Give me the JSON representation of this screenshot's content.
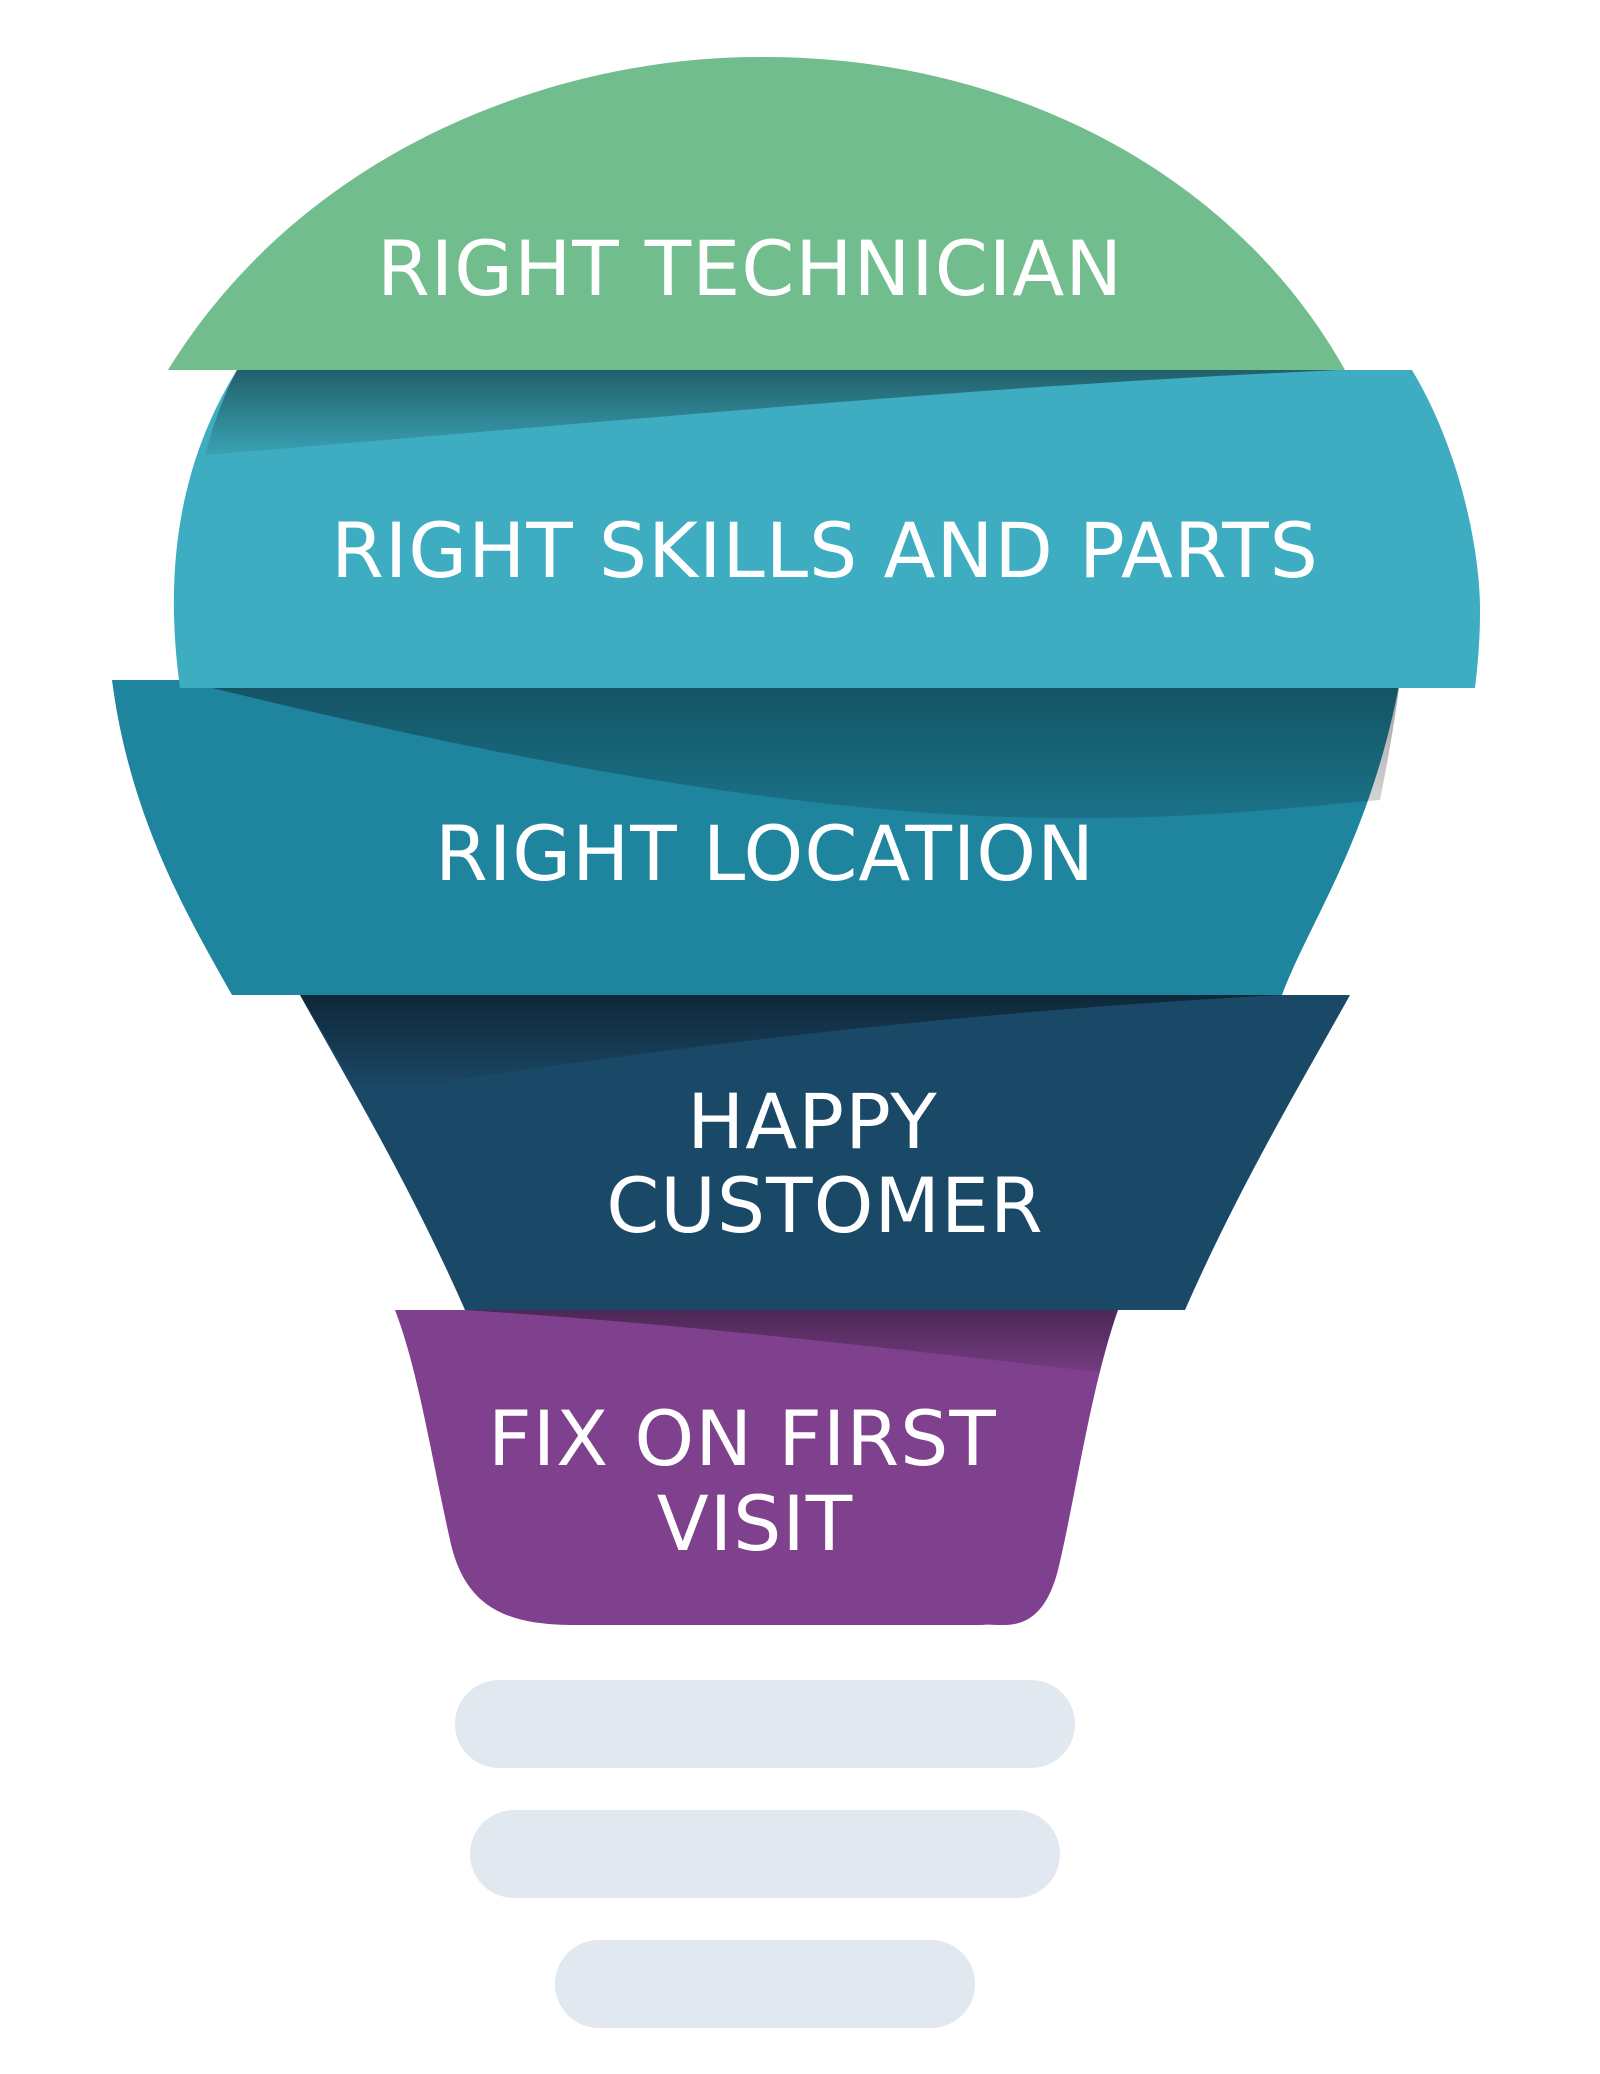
{
  "diagram": {
    "bands": [
      {
        "label_lines": [
          "RIGHT TECHNICIAN"
        ],
        "color": "#71BD8D"
      },
      {
        "label_lines": [
          "RIGHT SKILLS AND PARTS"
        ],
        "color": "#3EADC1"
      },
      {
        "label_lines": [
          "RIGHT LOCATION"
        ],
        "color": "#1F859F"
      },
      {
        "label_lines": [
          "HAPPY",
          "CUSTOMER"
        ],
        "color": "#1A4867"
      },
      {
        "label_lines": [
          "FIX ON FIRST",
          "VISIT"
        ],
        "color": "#7F418D"
      }
    ],
    "base_bars": {
      "count": 3,
      "color": "#E1E8F0"
    }
  }
}
